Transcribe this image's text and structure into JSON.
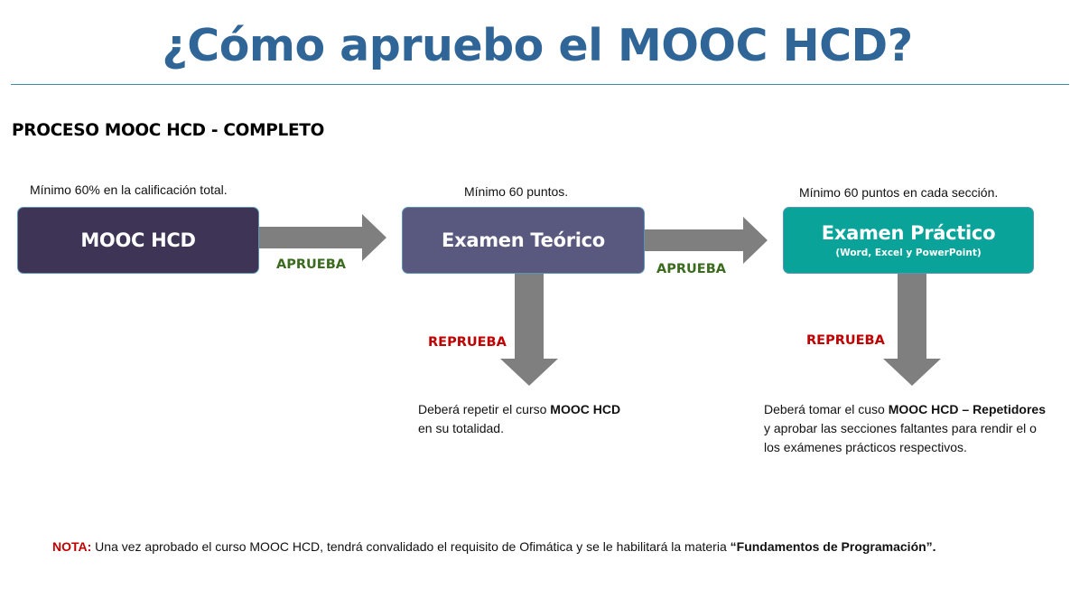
{
  "title": "¿Cómo apruebo el MOOC HCD?",
  "section_heading": "PROCESO MOOC HCD - COMPLETO",
  "colors": {
    "title": "#2f6597",
    "box_mooc": "#3d3456",
    "box_teorico": "#59587e",
    "box_practico": "#09a39a",
    "arrow": "#7f7f7f",
    "pass": "#3b6b1e",
    "fail": "#c00000"
  },
  "steps": [
    {
      "requirement": "Mínimo 60% en la calificación total.",
      "label": "MOOC HCD"
    },
    {
      "requirement": "Mínimo 60 puntos.",
      "label": "Examen Teórico"
    },
    {
      "requirement": "Mínimo 60 puntos en cada sección.",
      "label": "Examen Práctico",
      "sublabel": "(Word, Excel y PowerPoint)"
    }
  ],
  "pass_label": "APRUEBA",
  "fail_label": "REPRUEBA",
  "outcomes": {
    "teorico": {
      "prefix": "Deberá repetir el curso ",
      "bold": "MOOC HCD",
      "line2": "en su totalidad."
    },
    "practico": {
      "prefix": "Deberá tomar el cuso ",
      "bold": "MOOC HCD – Repetidores",
      "line2": "y aprobar las secciones faltantes para rendir el o",
      "line3": "los exámenes prácticos respectivos."
    }
  },
  "note": {
    "key": "NOTA:",
    "text": " Una vez aprobado el curso MOOC HCD, tendrá convalidado el requisito de Ofimática y se le habilitará la materia ",
    "emphasis": "“Fundamentos de Programación”."
  },
  "icons": {
    "right_arrow": "right-block-arrow-icon",
    "down_arrow": "down-block-arrow-icon"
  }
}
